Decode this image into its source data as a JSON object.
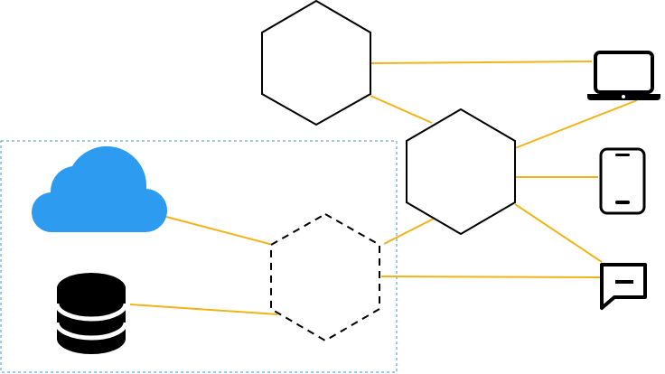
{
  "diagram": {
    "colors": {
      "connector": "#f0b41a",
      "outline": "#000000",
      "cloud": "#2d9cf0",
      "region_border": "#3a9ad9",
      "background": "#ffffff"
    },
    "nodes": [
      {
        "id": "hex-top",
        "shape": "hexagon",
        "style": "solid"
      },
      {
        "id": "hex-center",
        "shape": "hexagon",
        "style": "solid"
      },
      {
        "id": "hex-dashed",
        "shape": "hexagon",
        "style": "dashed"
      },
      {
        "id": "cloud",
        "icon": "cloud-icon"
      },
      {
        "id": "database",
        "icon": "database-icon"
      },
      {
        "id": "laptop",
        "icon": "laptop-icon"
      },
      {
        "id": "phone",
        "icon": "smartphone-icon"
      },
      {
        "id": "chat",
        "icon": "chat-icon"
      }
    ],
    "edges": [
      {
        "from": "hex-top",
        "to": "laptop"
      },
      {
        "from": "hex-top",
        "to": "hex-center"
      },
      {
        "from": "hex-center",
        "to": "laptop"
      },
      {
        "from": "hex-center",
        "to": "phone"
      },
      {
        "from": "hex-center",
        "to": "chat"
      },
      {
        "from": "hex-center",
        "to": "hex-dashed"
      },
      {
        "from": "hex-dashed",
        "to": "chat"
      },
      {
        "from": "cloud",
        "to": "hex-dashed"
      },
      {
        "from": "database",
        "to": "hex-dashed"
      }
    ],
    "regions": [
      {
        "id": "local-group",
        "style": "dashed",
        "contains": [
          "cloud",
          "database",
          "hex-dashed"
        ]
      }
    ]
  }
}
